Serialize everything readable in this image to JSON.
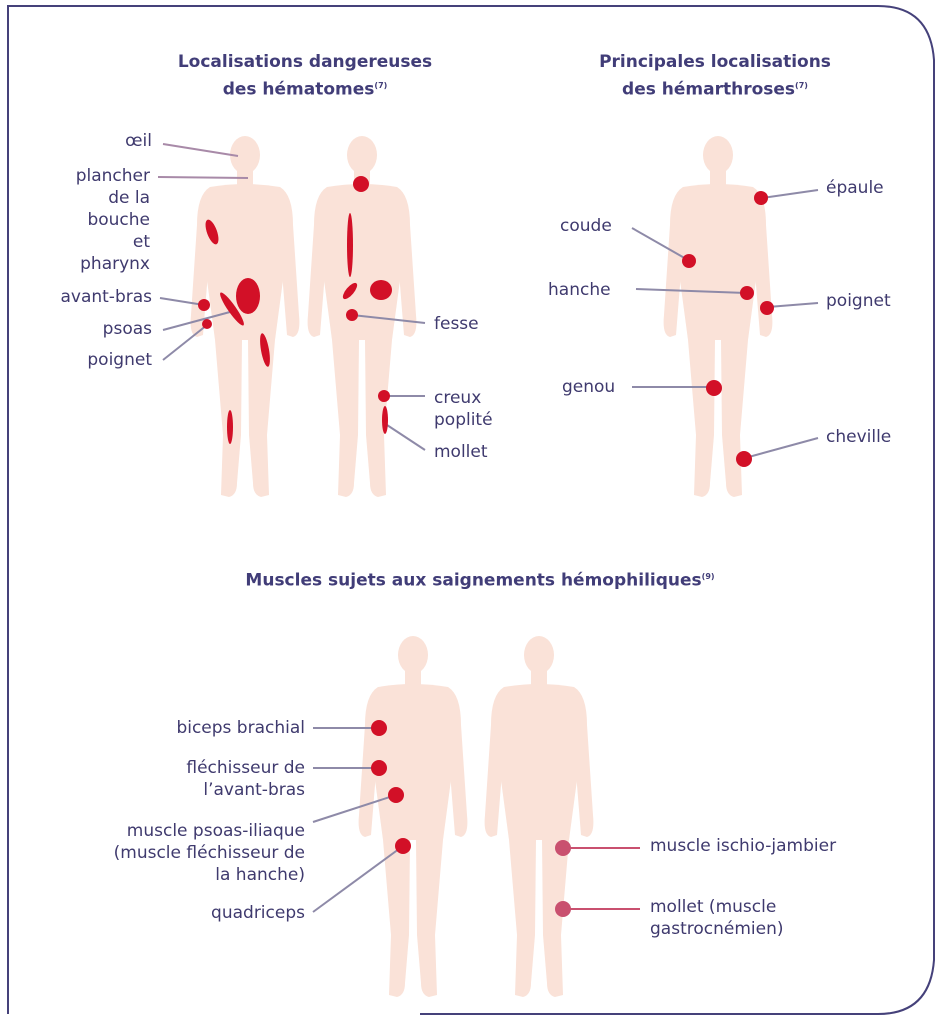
{
  "colors": {
    "skin": "#fae2d8",
    "spot": "#d21027",
    "spot_muted": "#c9506f",
    "frame": "#45417a",
    "text": "#3f3a6e",
    "title": "#413d78"
  },
  "sections": {
    "hematomes": {
      "title_line1": "Localisations dangereuses",
      "title_line2": "des hématomes",
      "title_ref": "(7)",
      "labels": {
        "oeil": "œil",
        "plancher_1": "plancher",
        "plancher_2": "de la",
        "plancher_3": "bouche",
        "plancher_4": "et",
        "plancher_5": "pharynx",
        "avant_bras": "avant-bras",
        "psoas": "psoas",
        "poignet": "poignet",
        "fesse": "fesse",
        "creux_1": "creux",
        "creux_2": "poplité",
        "mollet": "mollet"
      }
    },
    "hemarthroses": {
      "title_line1": "Principales localisations",
      "title_line2": "des hémarthroses",
      "title_ref": "(7)",
      "labels": {
        "coude": "coude",
        "hanche": "hanche",
        "genou": "genou",
        "epaule": "épaule",
        "poignet": "poignet",
        "cheville": "cheville"
      }
    },
    "muscles": {
      "title": "Muscles sujets aux saignements hémophiliques",
      "title_ref": "(9)",
      "labels": {
        "biceps": "biceps brachial",
        "flechisseur_1": "fléchisseur de",
        "flechisseur_2": "l’avant-bras",
        "psoas_1": "muscle psoas-iliaque",
        "psoas_2": "(muscle fléchisseur de",
        "psoas_3": "la hanche)",
        "quadriceps": "quadriceps",
        "ischio": "muscle ischio-jambier",
        "mollet_1": "mollet (muscle",
        "mollet_2": "gastrocnémien)"
      }
    }
  }
}
